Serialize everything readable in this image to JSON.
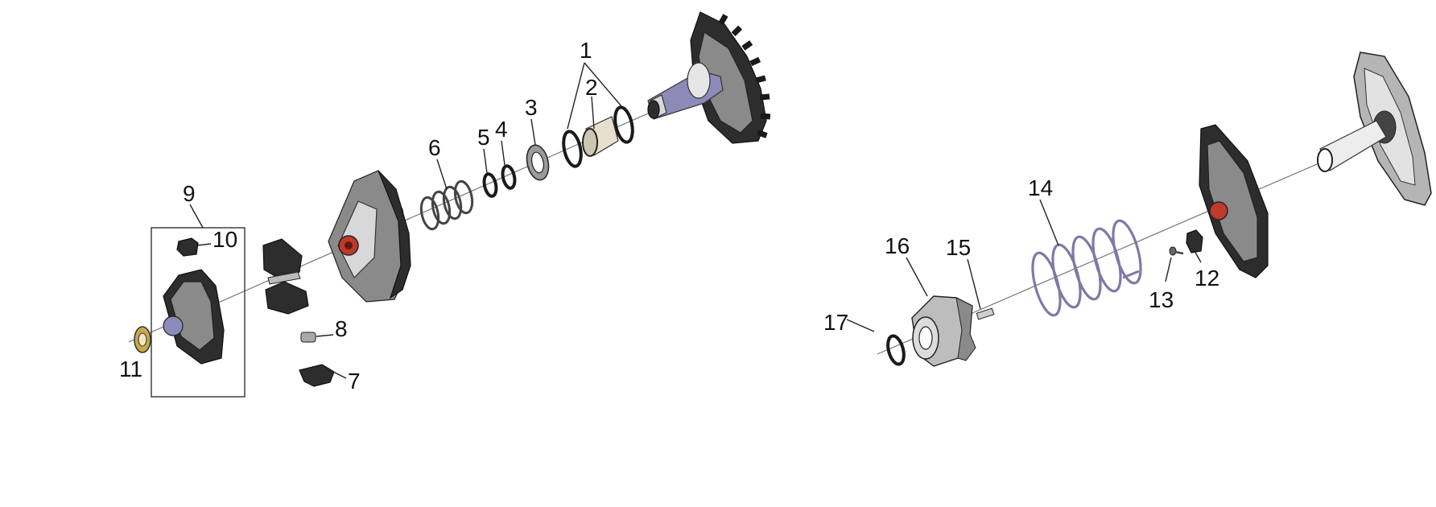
{
  "callouts": {
    "c1": "1",
    "c2": "2",
    "c3": "3",
    "c4": "4",
    "c5": "5",
    "c6": "6",
    "c7": "7",
    "c8": "8",
    "c9": "9",
    "c10": "10",
    "c11": "11",
    "c12": "12",
    "c13": "13",
    "c14": "14",
    "c15": "15",
    "c16": "16",
    "c17": "17"
  },
  "colors": {
    "violet_shaft": "#8c8ab8",
    "red_hub": "#c0392b",
    "brass_nut": "#c9a84a",
    "spring_violet": "#7d7aa6",
    "bushing_tan": "#e8e0cf"
  }
}
